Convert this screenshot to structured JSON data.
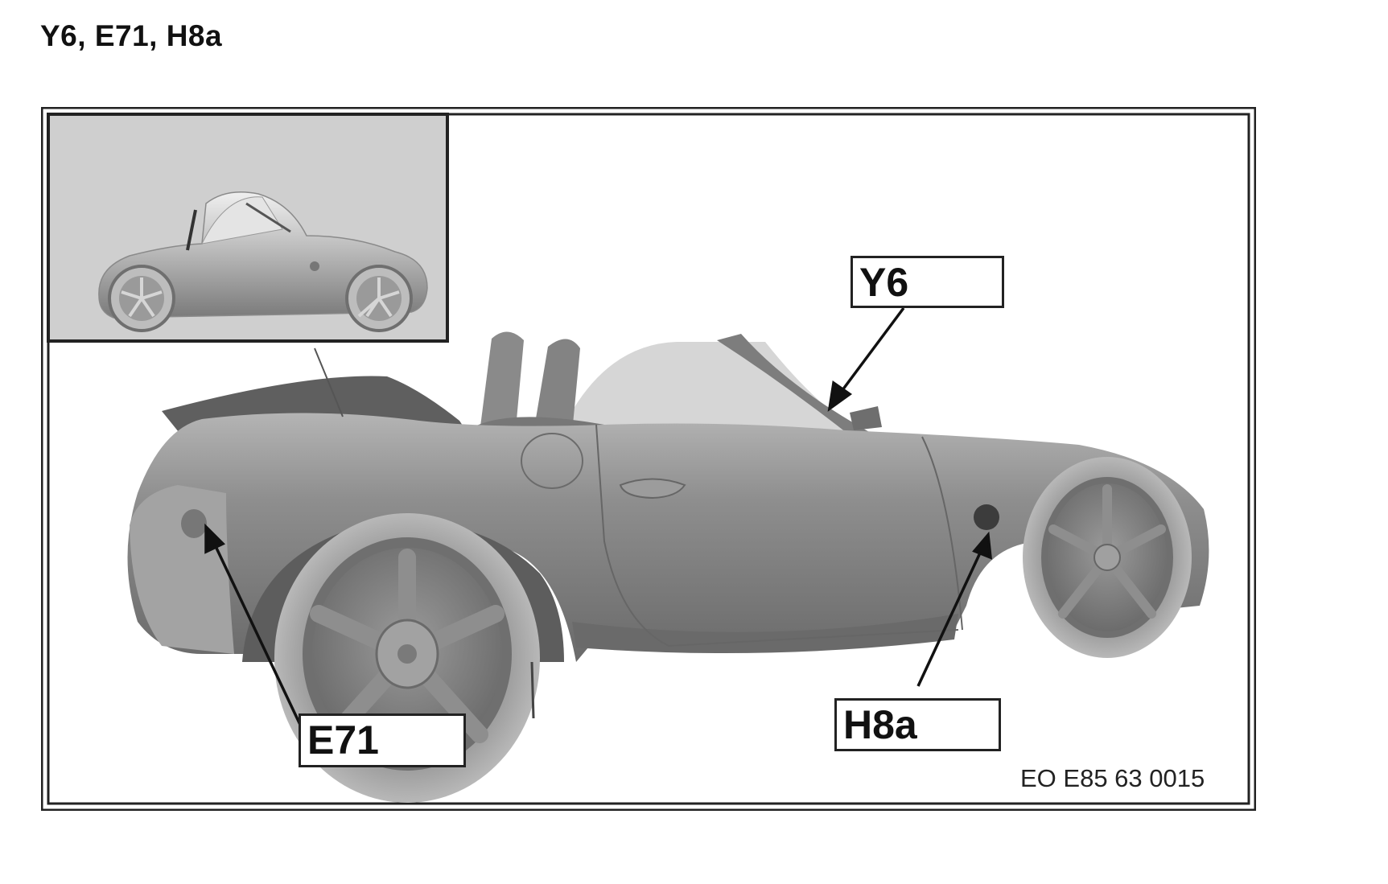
{
  "title": "Y6, E71, H8a",
  "figure": {
    "callouts": {
      "y6": "Y6",
      "e71": "E71",
      "h8a": "H8a"
    },
    "reference_code": "EO E85 63 0015"
  },
  "colors": {
    "frame": "#222222",
    "inset_background": "#cfcfcf",
    "car_body": "#8a8a8a"
  }
}
